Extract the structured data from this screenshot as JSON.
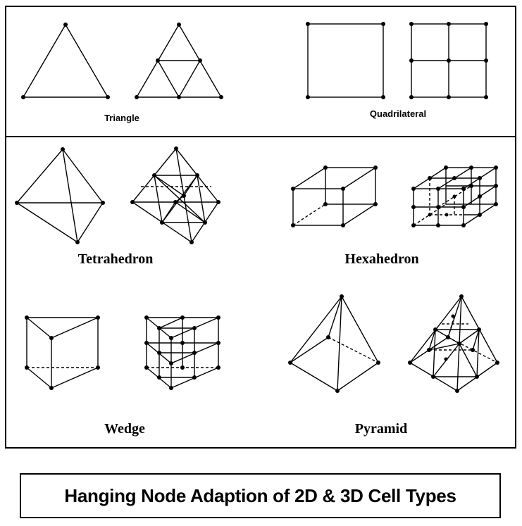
{
  "labels": {
    "triangle": "Triangle",
    "quadrilateral": "Quadrilateral",
    "tetrahedron": "Tetrahedron",
    "hexahedron": "Hexahedron",
    "wedge": "Wedge",
    "pyramid": "Pyramid"
  },
  "caption": "Hanging Node Adaption of 2D & 3D Cell Types"
}
